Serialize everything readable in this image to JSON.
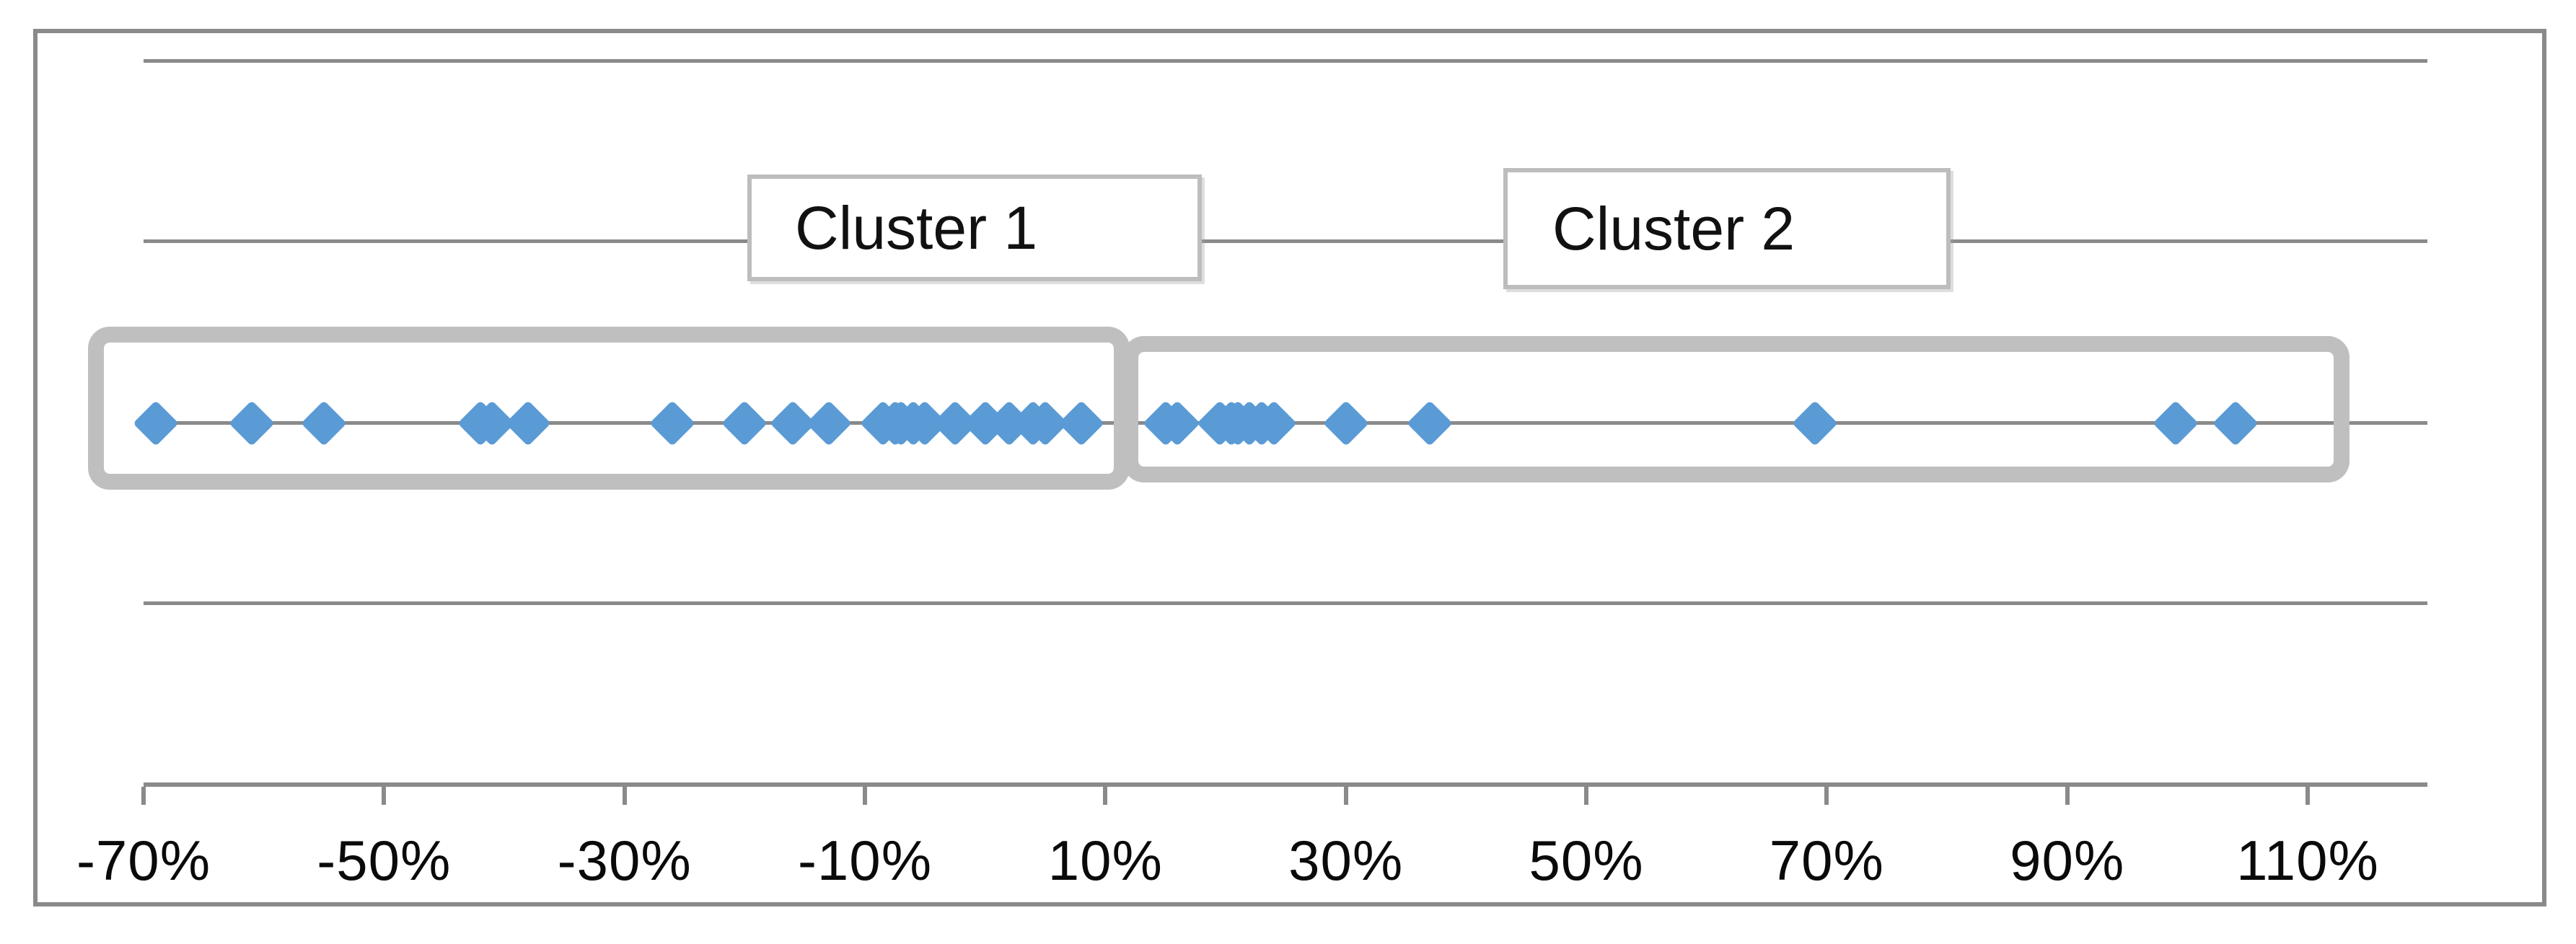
{
  "chart_data": {
    "type": "scatter",
    "title": "",
    "xlabel": "",
    "ylabel": "",
    "grid": "horizontal-gridlines-on",
    "legend": "none",
    "x_axis": {
      "range": [
        -70,
        110
      ],
      "tick_step_percent": 20,
      "ticks": [
        {
          "label": "-70%",
          "value": -70
        },
        {
          "label": "-50%",
          "value": -50
        },
        {
          "label": "-30%",
          "value": -30
        },
        {
          "label": "-10%",
          "value": -10
        },
        {
          "label": "10%",
          "value": 10
        },
        {
          "label": "30%",
          "value": 30
        },
        {
          "label": "50%",
          "value": 50
        },
        {
          "label": "70%",
          "value": 70
        },
        {
          "label": "90%",
          "value": 90
        },
        {
          "label": "110%",
          "value": 110
        }
      ]
    },
    "series": [
      {
        "name": "Cluster 1",
        "values_percent": [
          -69,
          -61,
          -55,
          -42,
          -41,
          -38,
          -26,
          -20,
          -16,
          -13,
          -8.5,
          -7.5,
          -7,
          -6,
          -5,
          -2.5,
          0,
          2,
          4,
          5,
          8
        ]
      },
      {
        "name": "Cluster 2",
        "values_percent": [
          15,
          16,
          19.5,
          20.5,
          21,
          22,
          23,
          24,
          30,
          37,
          69,
          99,
          104
        ]
      }
    ],
    "annotations": [
      {
        "label": "Cluster 1"
      },
      {
        "label": "Cluster 2"
      }
    ]
  },
  "colors": {
    "marker_blue": "#5b9bd5",
    "gridline_gray": "#8a8a8a",
    "frame_gray": "#8a8a8a",
    "cluster_region_gray": "#bfbfbf",
    "label_border_gray": "#bdbdbd",
    "text_black": "#0a0a0a",
    "background": "#ffffff"
  }
}
